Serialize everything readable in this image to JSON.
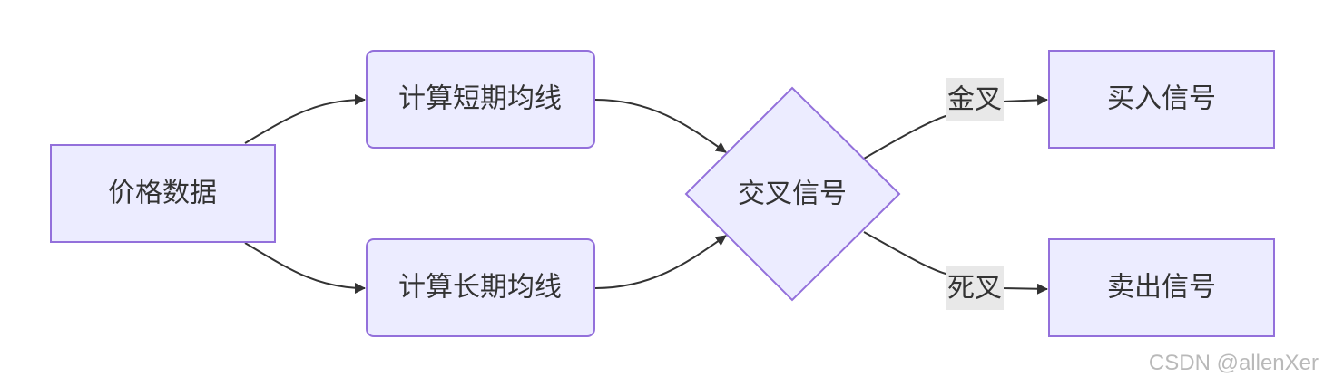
{
  "nodes": {
    "price_data": "价格数据",
    "short_ma": "计算短期均线",
    "long_ma": "计算长期均线",
    "crossover": "交叉信号",
    "buy_signal": "买入信号",
    "sell_signal": "卖出信号"
  },
  "edge_labels": {
    "golden_cross": "金叉",
    "death_cross": "死叉"
  },
  "watermark": "CSDN @allenXer",
  "colors": {
    "node_fill": "#ECECFF",
    "node_stroke": "#9370DB",
    "edge": "#333333",
    "text": "#333333",
    "label_bg": "#E8E8E8"
  }
}
